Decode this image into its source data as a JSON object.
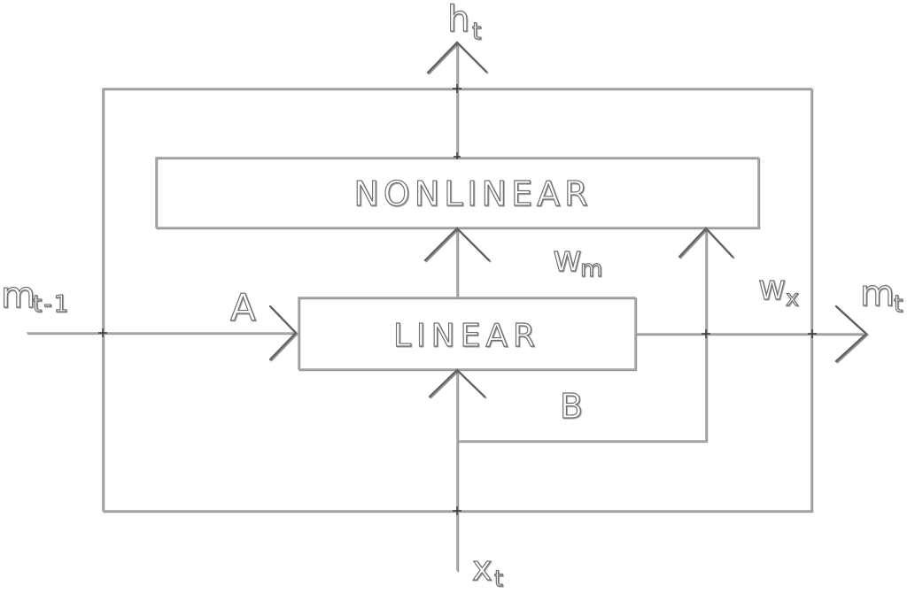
{
  "colors": {
    "background": "#ffffff",
    "line": "#a3a3a3",
    "line_shadow": "#3f3f3f",
    "arrow": "#616161",
    "text_fill": "#ffffff",
    "text_outline": "#6d6d6d"
  },
  "blocks": {
    "nonlinear": "NONLINEAR",
    "linear": "LINEAR"
  },
  "labels": {
    "h": {
      "base": "h",
      "sub": "t"
    },
    "m_prev": {
      "base": "m",
      "sub": "t-1"
    },
    "m_next": {
      "base": "m",
      "sub": "t"
    },
    "x": {
      "base": "x",
      "sub": "t"
    },
    "a": "A",
    "b": "B",
    "w_m": {
      "base": "w",
      "sub": "m"
    },
    "w_x": {
      "base": "w",
      "sub": "x"
    }
  }
}
